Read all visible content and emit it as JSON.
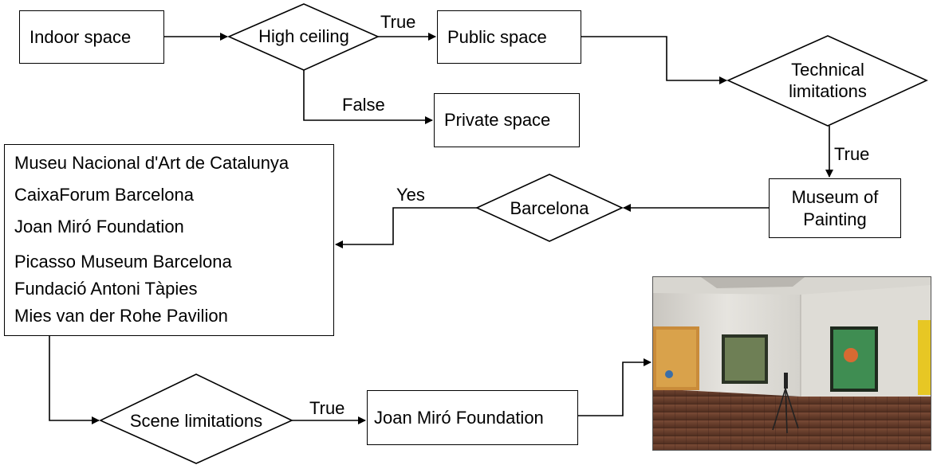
{
  "nodes": {
    "indoor_space": "Indoor space",
    "high_ceiling": "High ceiling",
    "public_space": "Public space",
    "private_space": "Private space",
    "technical_limitations": "Technical limitations",
    "museum_of_painting": "Museum of Painting",
    "barcelona": "Barcelona",
    "scene_limitations": "Scene limitations",
    "joan_miro_foundation": "Joan Miró Foundation"
  },
  "museum_list": [
    "Museu Nacional d'Art de Catalunya",
    "CaixaForum Barcelona",
    "Joan Miró Foundation",
    "Picasso Museum Barcelona",
    "Fundació Antoni Tàpies",
    "Mies van der Rohe Pavilion"
  ],
  "edge_labels": {
    "high_ceiling_true": "True",
    "high_ceiling_false": "False",
    "technical_true": "True",
    "barcelona_yes": "Yes",
    "scene_true": "True"
  }
}
